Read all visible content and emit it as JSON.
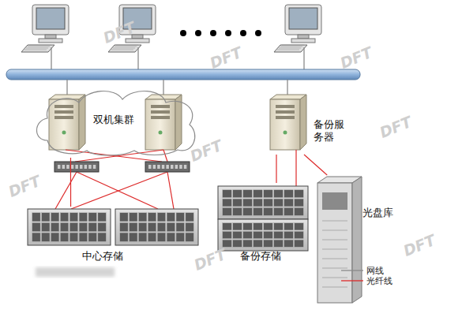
{
  "diagram": {
    "nodes": [
      {
        "text": [
          "双机集群"
        ]
      },
      {
        "text": [
          "备份服务器"
        ]
      },
      {
        "text": [
          "中心存储"
        ]
      },
      {
        "text": [
          "备份存储"
        ]
      },
      {
        "text": [
          "光盘库"
        ]
      }
    ],
    "edges": [
      {
        "from": 0,
        "to": 2,
        "arrow": "none"
      },
      {
        "from": 1,
        "to": 3,
        "arrow": "none"
      },
      {
        "from": 1,
        "to": 4,
        "arrow": "none"
      }
    ],
    "labels": [
      "DFT",
      "DFT",
      "DFT",
      "DFT",
      "DFT",
      "DFT",
      "DFT",
      "DFT"
    ],
    "legend": [
      {
        "text": "网线"
      },
      {
        "text": "光纤线"
      }
    ]
  }
}
